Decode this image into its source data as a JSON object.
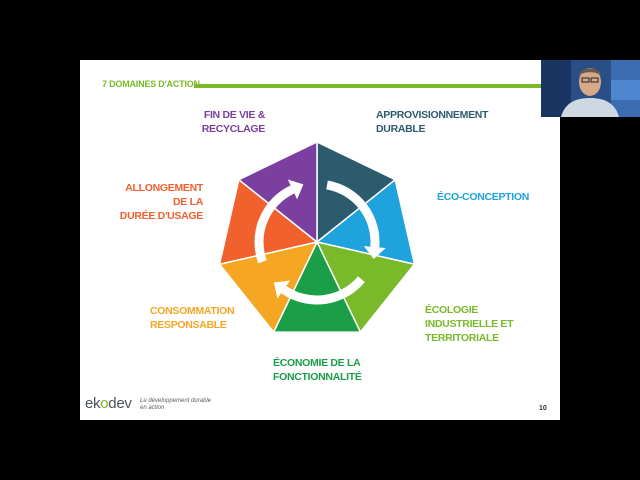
{
  "slide": {
    "section_title": "7 DOMAINES D'ACTION",
    "page_number": "10"
  },
  "domains": [
    {
      "id": "approvisionnement",
      "label": "APPROVISIONNEMENT DURABLE",
      "line1": "APPROVISIONNEMENT",
      "line2": "DURABLE",
      "color": "#2c5b6e"
    },
    {
      "id": "eco-conception",
      "label": "ÉCO-CONCEPTION",
      "line1": "ÉCO-CONCEPTION",
      "line2": "",
      "color": "#1ea3dc"
    },
    {
      "id": "ecologie-industrielle",
      "label": "ÉCOLOGIE INDUSTRIELLE ET TERRITORIALE",
      "line1": "ÉCOLOGIE",
      "line2": "INDUSTRIELLE ET",
      "line3": "TERRITORIALE",
      "color": "#7ab929"
    },
    {
      "id": "economie-fonctionnalite",
      "label": "ÉCONOMIE DE LA FONCTIONNALITÉ",
      "line1": "ÉCONOMIE DE LA",
      "line2": "FONCTIONNALITÉ",
      "color": "#1a9e48"
    },
    {
      "id": "consommation-responsable",
      "label": "CONSOMMATION RESPONSABLE",
      "line1": "CONSOMMATION",
      "line2": "RESPONSABLE",
      "color": "#f5a623"
    },
    {
      "id": "allongement",
      "label": "ALLONGEMENT DE LA DURÉE D'USAGE",
      "line1": "ALLONGEMENT DE LA",
      "line2": "DURÉE D'USAGE",
      "color": "#f0612d"
    },
    {
      "id": "fin-de-vie",
      "label": "FIN DE VIE & RECYCLAGE",
      "line1": "FIN DE VIE &",
      "line2": "RECYCLAGE",
      "color": "#7b3fa0"
    }
  ],
  "footer": {
    "logo_left": "ek",
    "logo_o": "o",
    "logo_right": "dev",
    "tagline_line1": "Le développement durable",
    "tagline_line2": "en action"
  },
  "colors": {
    "accent_green": "#7ab929",
    "background": "#000000",
    "slide_background": "#ffffff"
  }
}
